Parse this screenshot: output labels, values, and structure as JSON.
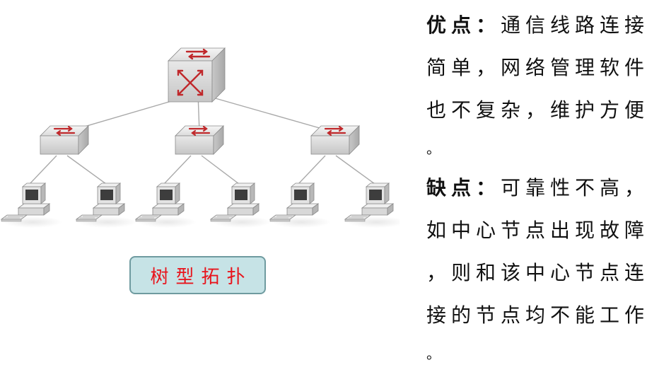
{
  "caption": "树型拓扑",
  "advantages": {
    "label": "优点：",
    "lines": [
      "通信线路连接",
      "简单，网络管理软件",
      "也不复杂，维护方便",
      "。"
    ]
  },
  "disadvantages": {
    "label": "缺点：",
    "lines": [
      "可靠性不高，",
      "如中心节点出现故障",
      "，则和该中心节点连",
      "接的节点均不能工作",
      "。"
    ]
  },
  "colors": {
    "caption_text": "#e8141c",
    "caption_bg": "#c6e3e6",
    "arrow": "#c0282b"
  },
  "icons": [
    "core-switch-icon",
    "switch-icon",
    "computer-icon"
  ]
}
